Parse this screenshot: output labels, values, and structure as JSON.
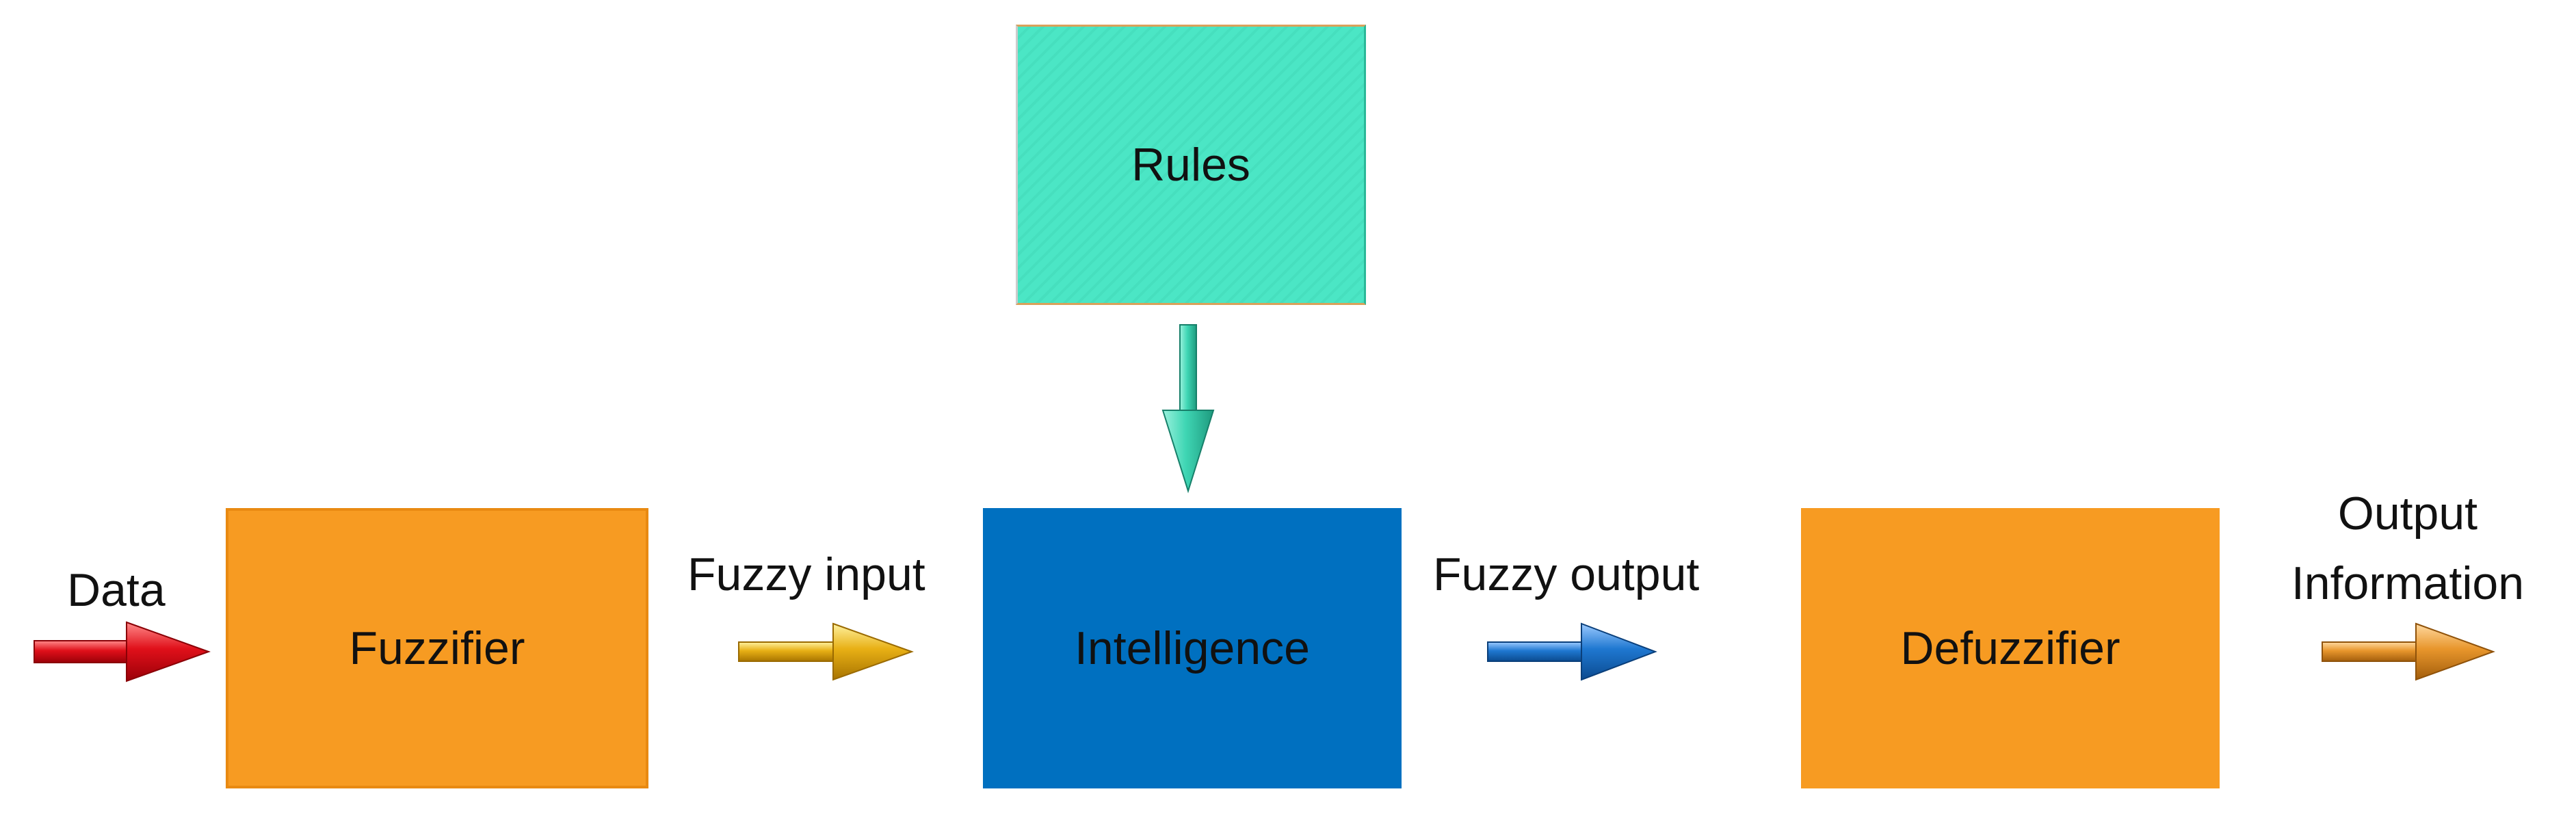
{
  "blocks": {
    "rules": "Rules",
    "fuzzifier": "Fuzzifier",
    "intelligence": "Intelligence",
    "defuzzifier": "Defuzzifier"
  },
  "edges": {
    "data": "Data",
    "fuzzy_input": "Fuzzy input",
    "fuzzy_output": "Fuzzy output",
    "output_line1": "Output",
    "output_line2": "Information"
  },
  "colors": {
    "fuzzifier_fill": "#f79b22",
    "intelligence_fill": "#0070c0",
    "defuzzifier_fill": "#f79b22",
    "rules_fill": "#4be6c5",
    "data_arrow": "#e0101a",
    "fuzzy_input_arrow": "#e8b015",
    "fuzzy_output_arrow": "#1f78d1",
    "rules_arrow": "#3fd6b4",
    "output_arrow": "#e8962c"
  },
  "icons": [
    "red-right-arrow",
    "yellow-right-arrow",
    "blue-right-arrow",
    "teal-down-arrow",
    "orange-right-arrow"
  ]
}
